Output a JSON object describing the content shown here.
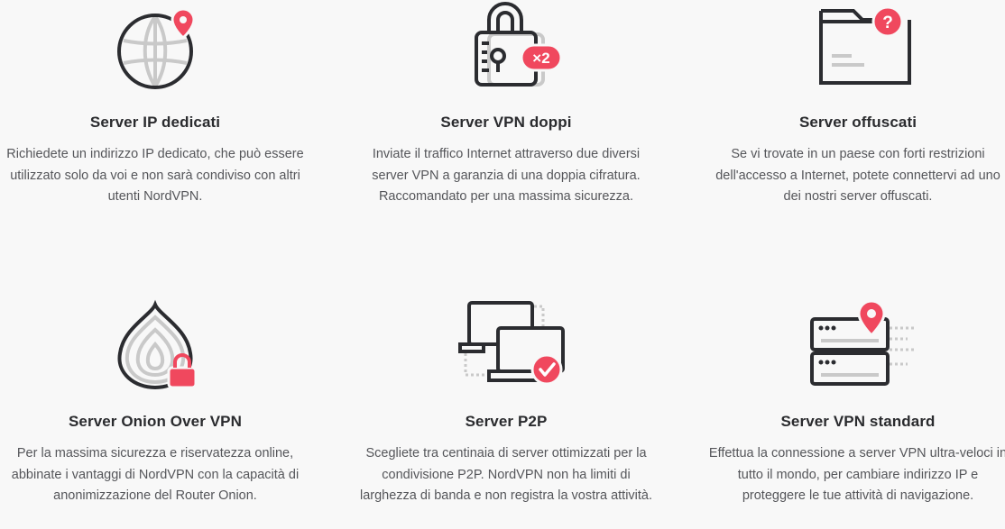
{
  "features": [
    {
      "title": "Server IP dedicati",
      "description": "Richiedete un indirizzo IP dedicato, che può essere utilizzato solo da voi e non sarà condiviso con altri utenti NordVPN.",
      "icon": "globe-pin-icon"
    },
    {
      "title": "Server VPN doppi",
      "description": "Inviate il traffico Internet attraverso due diversi server VPN a garanzia di una doppia cifratura. Raccomandato per una massima sicurezza.",
      "icon": "double-padlock-icon",
      "badge": "×2"
    },
    {
      "title": "Server offuscati",
      "description": "Se vi trovate in un paese con forti restrizioni dell'accesso a Internet, potete connettervi ad uno dei nostri server offuscati.",
      "icon": "folder-question-icon",
      "badge": "?"
    },
    {
      "title": "Server Onion Over VPN",
      "description": "Per la massima sicurezza e riservatezza online, abbinate i vantaggi di NordVPN con la capacità di anonimizzazione del Router Onion.",
      "icon": "onion-lock-icon"
    },
    {
      "title": "Server P2P",
      "description": "Scegliete tra centinaia di server ottimizzati per la condivisione P2P. NordVPN non ha limiti di larghezza di banda e non registra la vostra attività.",
      "icon": "laptops-check-icon"
    },
    {
      "title": "Server VPN standard",
      "description": "Effettua la connessione a server VPN ultra-veloci in tutto il mondo, per cambiare indirizzo IP e proteggere le tue attività di navigazione.",
      "icon": "server-pin-icon"
    }
  ],
  "colors": {
    "accent": "#f0485e",
    "stroke": "#2b2c30",
    "muted": "#c9c9c9",
    "background": "#f8f8f8"
  }
}
